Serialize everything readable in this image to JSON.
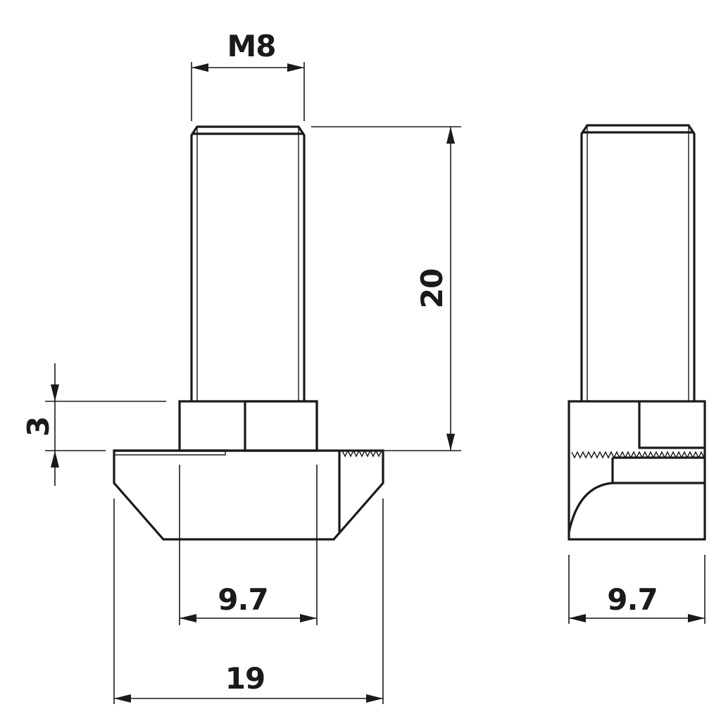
{
  "dimensions": {
    "thread": "M8",
    "length": "20",
    "head_height": "3",
    "neck_width_front": "9.7",
    "base_width": "19",
    "neck_width_side": "9.7"
  }
}
